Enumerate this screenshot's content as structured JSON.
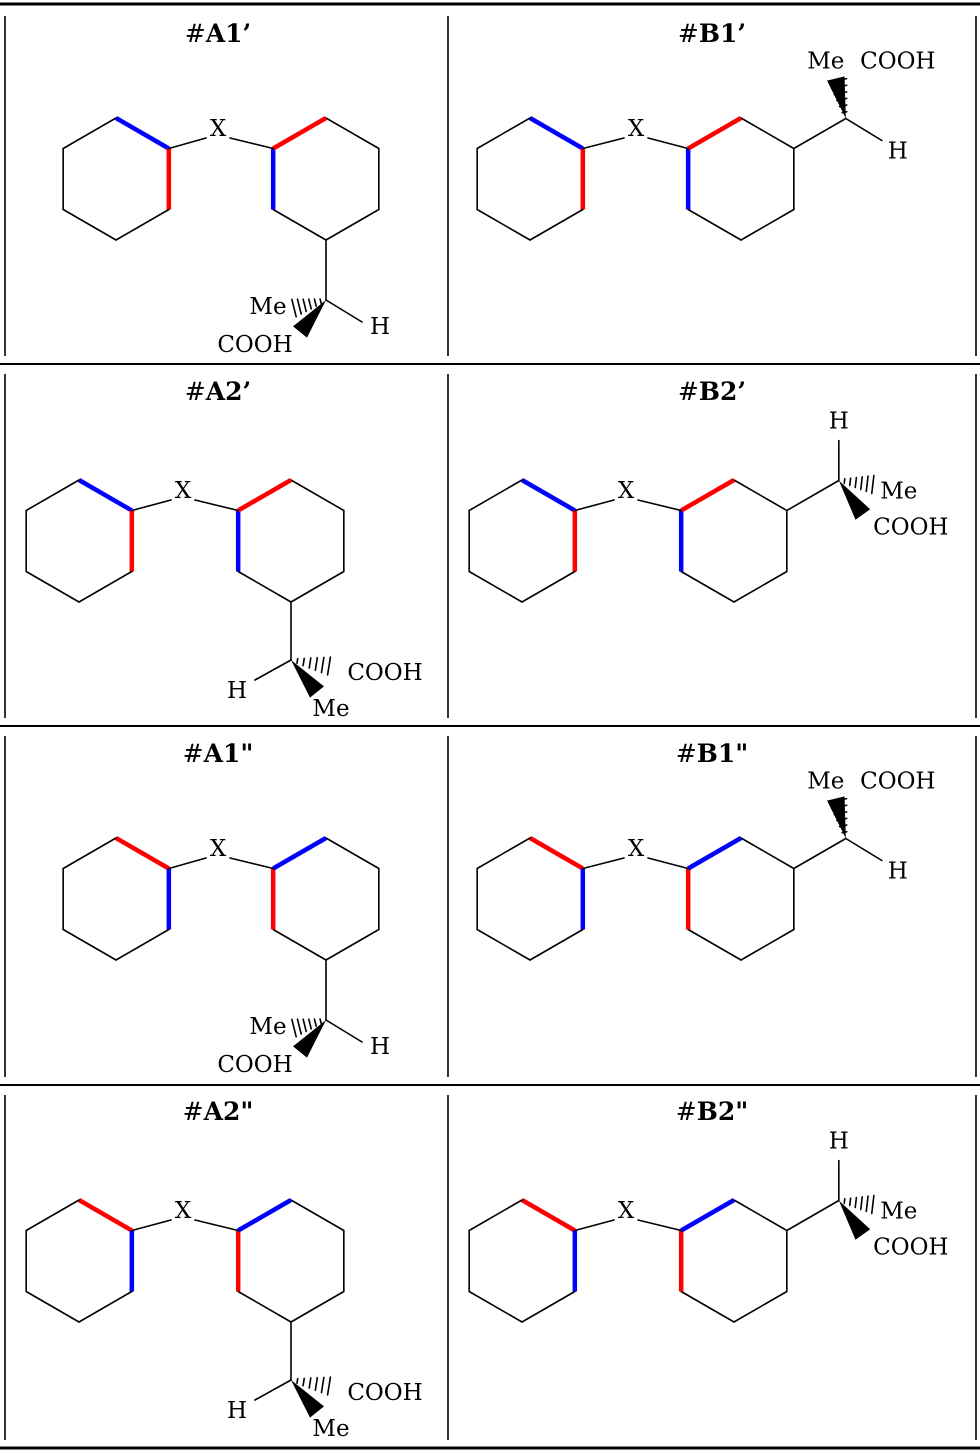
{
  "colors": {
    "red": "#ff0000",
    "blue": "#0000ff",
    "line": "#000000"
  },
  "cells": [
    {
      "id": "A1p",
      "prefix": "#",
      "label": "A1’",
      "linker": "X",
      "leftPattern": "blue-red",
      "rightPattern": "red-blue",
      "substituentAt": "bottom",
      "labels": {
        "top": "Me",
        "right": "H",
        "bottom": "COOH"
      }
    },
    {
      "id": "B1p",
      "prefix": "#",
      "label": "B1’",
      "linker": "X",
      "leftPattern": "blue-red",
      "rightPattern": "red-blue",
      "substituentAt": "right-up",
      "labels": {
        "me": "Me",
        "cooh": "COOH",
        "h": "H"
      }
    },
    {
      "id": "A2p",
      "prefix": "#",
      "label": "A2’",
      "linker": "X",
      "leftPattern": "blue-red",
      "rightPattern": "red-blue",
      "substituentAt": "bottom-alt",
      "labels": {
        "h": "H",
        "cooh": "COOH",
        "me": "Me"
      }
    },
    {
      "id": "B2p",
      "prefix": "#",
      "label": "B2’",
      "linker": "X",
      "leftPattern": "blue-red",
      "rightPattern": "red-blue",
      "substituentAt": "right-down",
      "labels": {
        "h": "H",
        "me": "Me",
        "cooh": "COOH"
      }
    },
    {
      "id": "A1pp",
      "prefix": "#",
      "label": "A1\"",
      "linker": "X",
      "leftPattern": "red-blue",
      "rightPattern": "blue-red",
      "substituentAt": "bottom",
      "labels": {
        "top": "Me",
        "right": "H",
        "bottom": "COOH"
      }
    },
    {
      "id": "B1pp",
      "prefix": "#",
      "label": "B1\"",
      "linker": "X",
      "leftPattern": "red-blue",
      "rightPattern": "blue-red",
      "substituentAt": "right-up",
      "labels": {
        "me": "Me",
        "cooh": "COOH",
        "h": "H"
      }
    },
    {
      "id": "A2pp",
      "prefix": "#",
      "label": "A2\"",
      "linker": "X",
      "leftPattern": "red-blue",
      "rightPattern": "blue-red",
      "substituentAt": "bottom-alt",
      "labels": {
        "h": "H",
        "cooh": "COOH",
        "me": "Me"
      }
    },
    {
      "id": "B2pp",
      "prefix": "#",
      "label": "B2\"",
      "linker": "X",
      "leftPattern": "red-blue",
      "rightPattern": "blue-red",
      "substituentAt": "right-down",
      "labels": {
        "h": "H",
        "me": "Me",
        "cooh": "COOH"
      }
    }
  ]
}
